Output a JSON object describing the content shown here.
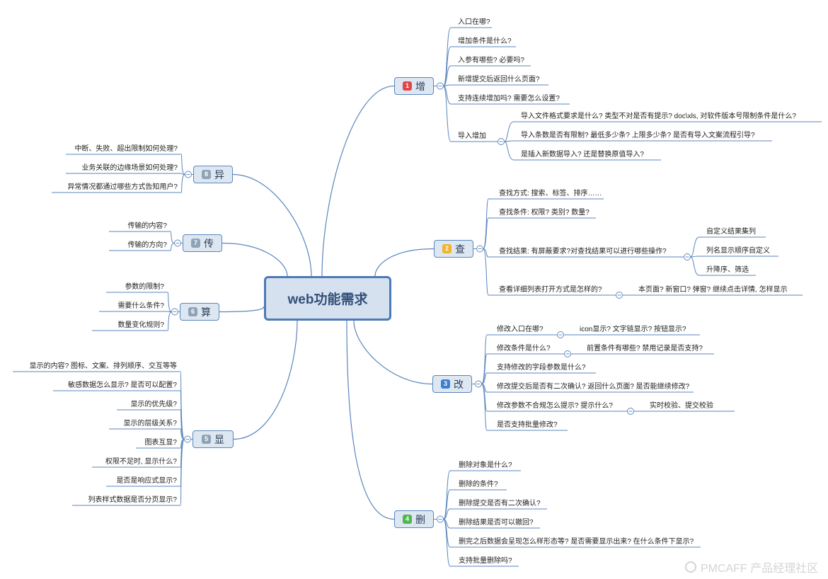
{
  "root": {
    "label": "web功能需求"
  },
  "branches": [
    {
      "id": "add",
      "num": "1",
      "label": "增",
      "badge_color": "#e0464a",
      "children": [
        {
          "text": "入口在哪?"
        },
        {
          "text": "增加条件是什么?"
        },
        {
          "text": "入参有哪些? 必要吗?"
        },
        {
          "text": "新增提交后返回什么页面?"
        },
        {
          "text": "支持连续增加吗? 需要怎么设置?"
        },
        {
          "text": "导入增加",
          "children": [
            {
              "text": "导入文件格式要求是什么? 类型不对是否有提示? doc\\xls, 对软件版本号限制条件是什么?"
            },
            {
              "text": "导入条数是否有限制? 最低多少条? 上限多少条? 是否有导入文案流程引导?"
            },
            {
              "text": "是插入新数据导入? 还是替换原值导入?"
            }
          ]
        }
      ]
    },
    {
      "id": "query",
      "num": "2",
      "label": "查",
      "badge_color": "#f2b32a",
      "children": [
        {
          "text": "查找方式: 搜索、标签、排序……"
        },
        {
          "text": "查找条件: 权限? 类别? 数量?"
        },
        {
          "text": "查找结果: 有屏蔽要求?对查找结果可以进行哪些操作?",
          "children": [
            {
              "text": "自定义结果集列"
            },
            {
              "text": "列名显示顺序自定义"
            },
            {
              "text": "升降序、筛选"
            }
          ]
        },
        {
          "text": "查看详细列表打开方式是怎样的?",
          "children": [
            {
              "text": "本页面? 新窗口? 弹窗? 继续点击详情, 怎样显示"
            }
          ]
        }
      ]
    },
    {
      "id": "edit",
      "num": "3",
      "label": "改",
      "badge_color": "#3d7fd0",
      "children": [
        {
          "text": "修改入口在哪?",
          "children": [
            {
              "text": "icon显示? 文字链显示? 按钮显示?"
            }
          ]
        },
        {
          "text": "修改条件是什么?",
          "children": [
            {
              "text": "前置条件有哪些? 禁用记录是否支持?"
            }
          ]
        },
        {
          "text": "支持修改的字段参数是什么?"
        },
        {
          "text": "修改提交后是否有二次确认? 返回什么页面? 是否能继续修改?"
        },
        {
          "text": "修改参数不合规怎么提示? 提示什么?",
          "children": [
            {
              "text": "实时校验、提交校验"
            }
          ]
        },
        {
          "text": "是否支持批量修改?"
        }
      ]
    },
    {
      "id": "delete",
      "num": "4",
      "label": "删",
      "badge_color": "#4fb84a",
      "children": [
        {
          "text": "删除对象是什么?"
        },
        {
          "text": "删除的条件?"
        },
        {
          "text": "删除提交是否有二次确认?"
        },
        {
          "text": "删除结果是否可以撤回?"
        },
        {
          "text": "删完之后数据会呈现怎么样形态等? 是否需要显示出来? 在什么条件下显示?"
        },
        {
          "text": "支持批量删除吗?"
        }
      ]
    },
    {
      "id": "display",
      "num": "5",
      "label": "显",
      "badge_color": "#8fa3b8",
      "children": [
        {
          "text": "显示的内容? 图标、文案、排列顺序、交互等等"
        },
        {
          "text": "敏感数据怎么显示? 是否可以配置?"
        },
        {
          "text": "显示的优先级?"
        },
        {
          "text": "显示的层级关系?"
        },
        {
          "text": "图表互显?"
        },
        {
          "text": "权限不足时, 显示什么?"
        },
        {
          "text": "是否是响应式显示?"
        },
        {
          "text": "列表样式数据是否分页显示?"
        }
      ]
    },
    {
      "id": "compute",
      "num": "6",
      "label": "算",
      "badge_color": "#8fa3b8",
      "children": [
        {
          "text": "参数的限制?"
        },
        {
          "text": "需要什么条件?"
        },
        {
          "text": "数量变化规则?"
        }
      ]
    },
    {
      "id": "transfer",
      "num": "7",
      "label": "传",
      "badge_color": "#8fa3b8",
      "children": [
        {
          "text": "传输的内容?"
        },
        {
          "text": "传输的方向?"
        }
      ]
    },
    {
      "id": "exception",
      "num": "8",
      "label": "异",
      "badge_color": "#8fa3b8",
      "children": [
        {
          "text": "中断、失败、超出限制如何处理?"
        },
        {
          "text": "业务关联的边缘场景如何处理?"
        },
        {
          "text": "异常情况都通过哪些方式告知用户?"
        }
      ]
    }
  ],
  "colors": {
    "line": "#5b86bd",
    "node_fill": "#dde7f2",
    "root_fill": "#d5e1ef",
    "root_border": "#4c7ab6"
  },
  "watermark": {
    "text": "PMCAFF 产品经理社区"
  }
}
